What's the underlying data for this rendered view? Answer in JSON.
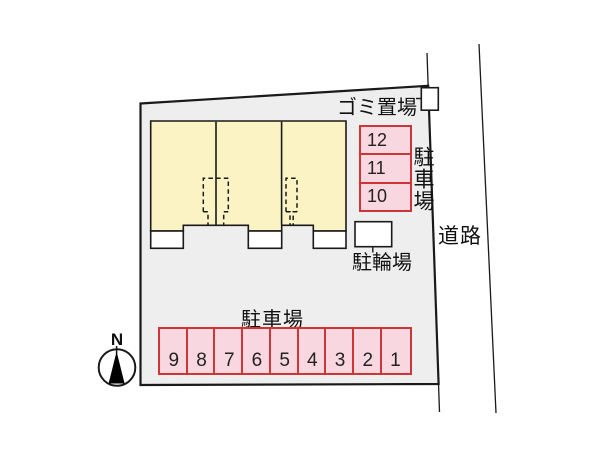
{
  "site_plan": {
    "garbage_area_label": "ゴミ置場",
    "road_label": "道路",
    "bicycle_parking_label": "駐輪場",
    "parking_lot_right": {
      "label": "駐車場",
      "spaces": [
        "12",
        "11",
        "10"
      ]
    },
    "parking_lot_bottom": {
      "label": "駐車場",
      "spaces": [
        "9",
        "8",
        "7",
        "6",
        "5",
        "4",
        "3",
        "2",
        "1"
      ]
    },
    "compass": {
      "north_label": "N"
    },
    "colors": {
      "plot_fill": "#eeeeee",
      "building_fill": "#fbf3c3",
      "parking_fill": "#f9d7e0",
      "parking_border": "#cc3636",
      "line": "#1a1a1a"
    }
  }
}
